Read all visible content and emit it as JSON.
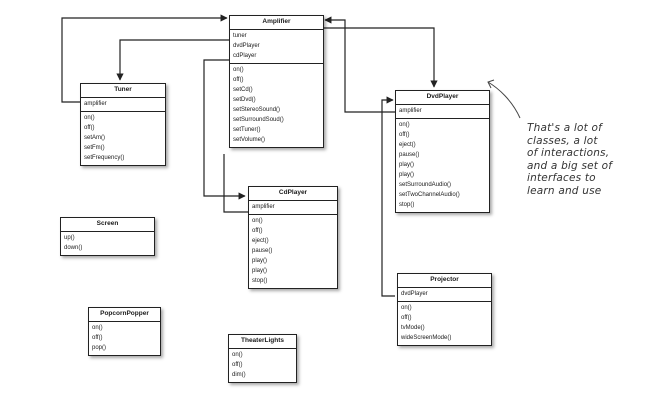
{
  "classes": {
    "amplifier": {
      "name": "Amplifier",
      "attributes": [
        "tuner",
        "dvdPlayer",
        "cdPlayer"
      ],
      "methods": [
        "on()",
        "off()",
        "setCd()",
        "setDvd()",
        "setStereoSound()",
        "setSurroundSoud()",
        "setTuner()",
        "setVolume()"
      ]
    },
    "tuner": {
      "name": "Tuner",
      "attributes": [
        "amplifier"
      ],
      "methods": [
        "on()",
        "off()",
        "setAm()",
        "setFm()",
        "setFrequency()"
      ]
    },
    "dvdplayer": {
      "name": "DvdPlayer",
      "attributes": [
        "amplifier"
      ],
      "methods": [
        "on()",
        "off()",
        "eject()",
        "pause()",
        "play()",
        "play()",
        "setSurroundAudio()",
        "setTwoChannelAudio()",
        "stop()"
      ]
    },
    "cdplayer": {
      "name": "CdPlayer",
      "attributes": [
        "amplifier"
      ],
      "methods": [
        "on()",
        "off()",
        "eject()",
        "pause()",
        "play()",
        "play()",
        "stop()"
      ]
    },
    "screen": {
      "name": "Screen",
      "attributes": [],
      "methods": [
        "up()",
        "down()"
      ]
    },
    "projector": {
      "name": "Projector",
      "attributes": [
        "dvdPlayer"
      ],
      "methods": [
        "on()",
        "off()",
        "tvMode()",
        "wideScreenMode()"
      ]
    },
    "popcornpopper": {
      "name": "PopcornPopper",
      "attributes": [],
      "methods": [
        "on()",
        "off()",
        "pop()"
      ]
    },
    "theaterlights": {
      "name": "TheaterLights",
      "attributes": [],
      "methods": [
        "on()",
        "off()",
        "dim()"
      ]
    }
  },
  "note": {
    "lines": [
      "That's a lot of",
      "classes, a lot",
      "of interactions,",
      "and a big set of",
      "interfaces to",
      "learn and use"
    ]
  },
  "colors": {
    "line": "#222222",
    "note_text": "#333333"
  }
}
